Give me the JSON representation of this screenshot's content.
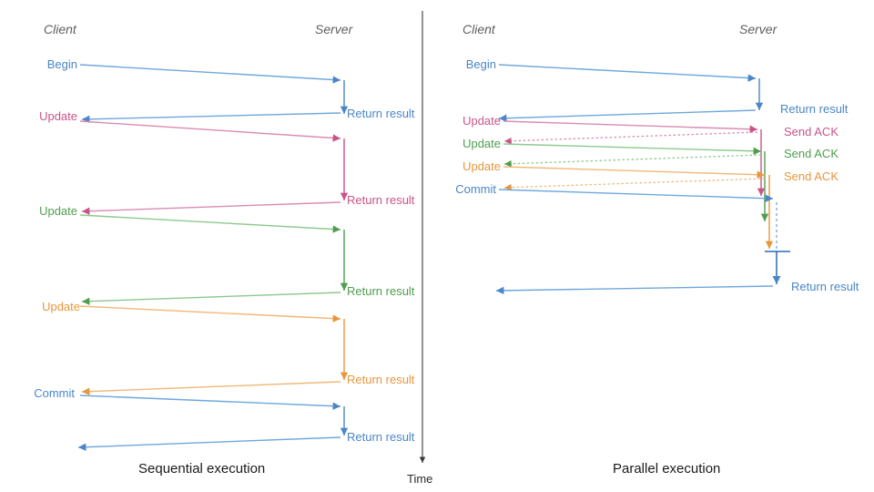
{
  "figure": {
    "time_axis_label": "Time",
    "panels": [
      {
        "id": "sequential",
        "caption": "Sequential execution",
        "lanes": {
          "client": "Client",
          "server": "Server"
        },
        "client_labels": [
          "Begin",
          "Update",
          "Update",
          "Update",
          "Commit"
        ],
        "server_labels": [
          "Return result",
          "Return result",
          "Return result",
          "Return result",
          "Return result"
        ],
        "colors": [
          "#4a86c8",
          "#c9548a",
          "#4f9e4f",
          "#e8963c",
          "#4a86c8"
        ],
        "messages": [
          {
            "op": "Begin",
            "color": "#4a86c8",
            "reply": "Return result"
          },
          {
            "op": "Update",
            "color": "#c9548a",
            "reply": "Return result"
          },
          {
            "op": "Update",
            "color": "#4f9e4f",
            "reply": "Return result"
          },
          {
            "op": "Update",
            "color": "#e8963c",
            "reply": "Return result"
          },
          {
            "op": "Commit",
            "color": "#4a86c8",
            "reply": "Return result"
          }
        ]
      },
      {
        "id": "parallel",
        "caption": "Parallel execution",
        "lanes": {
          "client": "Client",
          "server": "Server"
        },
        "client_labels": [
          "Begin",
          "Update",
          "Update",
          "Update",
          "Commit"
        ],
        "server_labels": [
          "Return result",
          "Send ACK",
          "Send ACK",
          "Send ACK",
          "Return result"
        ],
        "colors": [
          "#4a86c8",
          "#c9548a",
          "#4f9e4f",
          "#e8963c",
          "#4a86c8"
        ],
        "messages": [
          {
            "op": "Begin",
            "color": "#4a86c8",
            "reply": "Return result",
            "reply_style": "solid"
          },
          {
            "op": "Update",
            "color": "#c9548a",
            "reply": "Send ACK",
            "reply_style": "dotted"
          },
          {
            "op": "Update",
            "color": "#4f9e4f",
            "reply": "Send ACK",
            "reply_style": "dotted"
          },
          {
            "op": "Update",
            "color": "#e8963c",
            "reply": "Send ACK",
            "reply_style": "dotted"
          },
          {
            "op": "Commit",
            "color": "#4a86c8",
            "reply": "Return result",
            "reply_style": "solid"
          }
        ]
      }
    ]
  },
  "chart_data": {
    "type": "diagram",
    "title": "",
    "kind": "sequence-diagram",
    "panels": [
      "Sequential execution",
      "Parallel execution"
    ],
    "actors": [
      "Client",
      "Server"
    ],
    "axis": {
      "vertical": "Time",
      "direction": "downward"
    },
    "sequential_events": [
      {
        "t": 70,
        "from": "client",
        "to": "server",
        "label": "Begin",
        "color": "#4a86c8"
      },
      {
        "t": 122,
        "from": "server",
        "to": "client",
        "label": "Return result",
        "color": "#4a86c8"
      },
      {
        "t": 128,
        "from": "client",
        "to": "server",
        "label": "Update",
        "color": "#c9548a"
      },
      {
        "t": 219,
        "from": "server",
        "to": "client",
        "label": "Return result",
        "color": "#c9548a"
      },
      {
        "t": 233,
        "from": "client",
        "to": "server",
        "label": "Update",
        "color": "#4f9e4f"
      },
      {
        "t": 320,
        "from": "server",
        "to": "client",
        "label": "Return result",
        "color": "#4f9e4f"
      },
      {
        "t": 337,
        "from": "client",
        "to": "server",
        "label": "Update",
        "color": "#e8963c"
      },
      {
        "t": 417,
        "from": "server",
        "to": "client",
        "label": "Return result",
        "color": "#e8963c"
      },
      {
        "t": 432,
        "from": "client",
        "to": "server",
        "label": "Commit",
        "color": "#4a86c8"
      },
      {
        "t": 479,
        "from": "server",
        "to": "client",
        "label": "Return result",
        "color": "#4a86c8"
      }
    ],
    "parallel_events": [
      {
        "t": 70,
        "from": "client",
        "to": "server",
        "label": "Begin",
        "color": "#4a86c8"
      },
      {
        "t": 120,
        "from": "server",
        "to": "client",
        "label": "Return result",
        "color": "#4a86c8"
      },
      {
        "t": 132,
        "from": "client",
        "to": "server",
        "label": "Update",
        "color": "#c9548a"
      },
      {
        "t": 146,
        "from": "server",
        "to": "client",
        "label": "Send ACK",
        "color": "#c9548a"
      },
      {
        "t": 157,
        "from": "client",
        "to": "server",
        "label": "Update",
        "color": "#4f9e4f"
      },
      {
        "t": 169,
        "from": "server",
        "to": "client",
        "label": "Send ACK",
        "color": "#4f9e4f"
      },
      {
        "t": 182,
        "from": "client",
        "to": "server",
        "label": "Update",
        "color": "#e8963c"
      },
      {
        "t": 193,
        "from": "server",
        "to": "client",
        "label": "Send ACK",
        "color": "#e8963c"
      },
      {
        "t": 206,
        "from": "client",
        "to": "server",
        "label": "Commit",
        "color": "#4a86c8"
      },
      {
        "t": 314,
        "from": "server",
        "to": "client",
        "label": "Return result",
        "color": "#4a86c8"
      }
    ],
    "note": "Server-side processing bars run one-after-another in the sequential panel and overlap in the parallel panel."
  }
}
